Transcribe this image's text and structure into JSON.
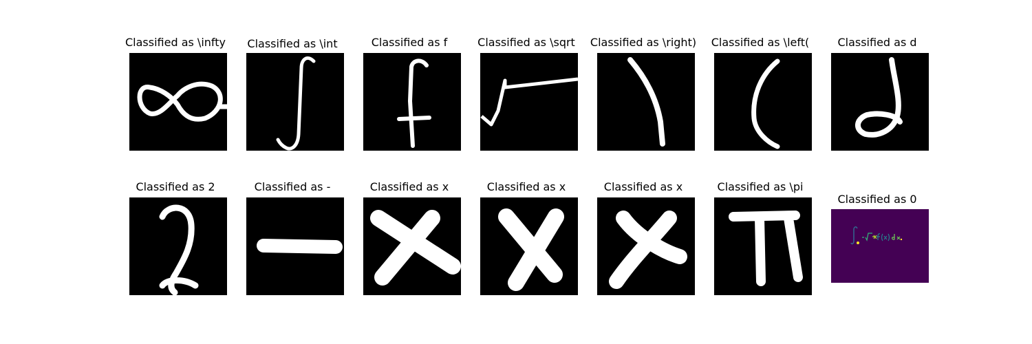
{
  "figure": {
    "row1": [
      {
        "title": "Classified as \\infty",
        "symbol": "infinity-glyph-icon"
      },
      {
        "title": "Classified as \\int",
        "symbol": "integral-glyph-icon"
      },
      {
        "title": "Classified as f",
        "symbol": "letter-f-glyph-icon"
      },
      {
        "title": "Classified as \\sqrt",
        "symbol": "sqrt-glyph-icon"
      },
      {
        "title": "Classified as \\right)",
        "symbol": "right-paren-glyph-icon"
      },
      {
        "title": "Classified as \\left(",
        "symbol": "left-paren-glyph-icon"
      },
      {
        "title": "Classified as d",
        "symbol": "letter-d-glyph-icon"
      }
    ],
    "row2": [
      {
        "title": "Classified as 2",
        "symbol": "digit-2-glyph-icon"
      },
      {
        "title": "Classified as -",
        "symbol": "minus-glyph-icon"
      },
      {
        "title": "Classified as x",
        "symbol": "letter-x-glyph-icon"
      },
      {
        "title": "Classified as x",
        "symbol": "letter-x-glyph-icon"
      },
      {
        "title": "Classified as x",
        "symbol": "letter-x-glyph-icon"
      },
      {
        "title": "Classified as \\pi",
        "symbol": "pi-glyph-icon"
      },
      {
        "title": "Classified as 0",
        "symbol": "equation-thumbnail-icon"
      }
    ]
  },
  "colors": {
    "panel_bg": "#000000",
    "stroke": "#ffffff",
    "thumb_bg": "#440154"
  }
}
